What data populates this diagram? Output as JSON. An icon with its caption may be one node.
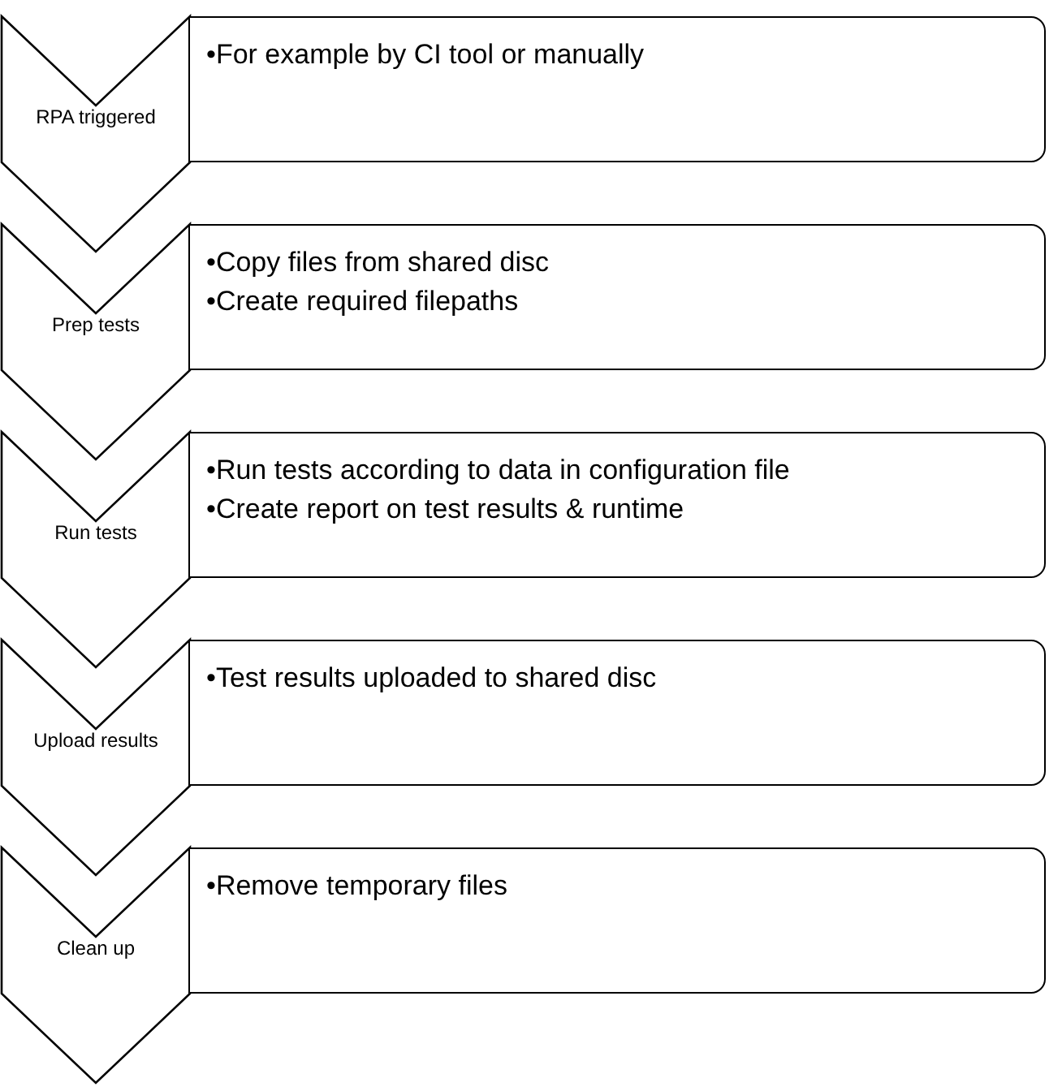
{
  "diagram": {
    "nodes": [
      {
        "text": [
          "RPA triggered"
        ]
      },
      {
        "text": [
          "•For example by CI tool or manually"
        ]
      },
      {
        "text": [
          "Prep tests"
        ]
      },
      {
        "text": [
          "•Copy files from shared disc",
          "•Create required filepaths"
        ]
      },
      {
        "text": [
          "Run tests"
        ]
      },
      {
        "text": [
          "•Run tests according to data in configuration file",
          "•Create report on test results & runtime"
        ]
      },
      {
        "text": [
          "Upload results"
        ]
      },
      {
        "text": [
          "•Test results uploaded to shared disc"
        ]
      },
      {
        "text": [
          "Clean up"
        ]
      },
      {
        "text": [
          "•Remove temporary files"
        ]
      }
    ]
  }
}
